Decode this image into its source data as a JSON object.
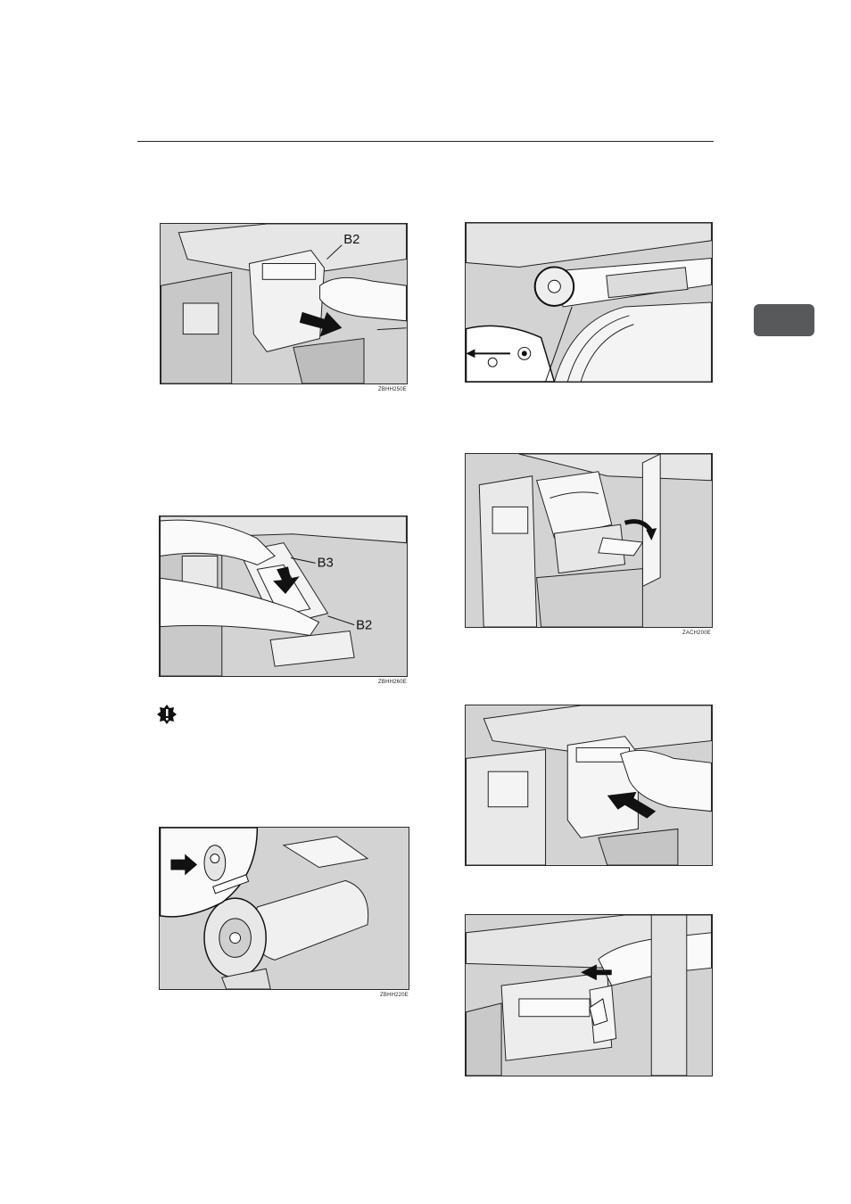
{
  "page": {
    "tab_color": "#58595b",
    "figure_bg": "#d3d3d3"
  },
  "figures": [
    {
      "name": "figure-remove-unit",
      "callouts": [
        "B2"
      ],
      "code": "ZBHH250E"
    },
    {
      "name": "figure-drum-shaft",
      "callouts": [],
      "code": ""
    },
    {
      "name": "figure-open-holder",
      "callouts": [
        "B3",
        "B2"
      ],
      "code": "ZBHH260E"
    },
    {
      "name": "figure-close-cover",
      "callouts": [],
      "code": "ZACH200E"
    },
    {
      "name": "figure-cartridge-detail",
      "callouts": [],
      "code": "ZBHH220E"
    },
    {
      "name": "figure-insert-unit",
      "callouts": [],
      "code": ""
    },
    {
      "name": "figure-lock-lever",
      "callouts": [],
      "code": ""
    }
  ],
  "important_icon": "important-icon"
}
